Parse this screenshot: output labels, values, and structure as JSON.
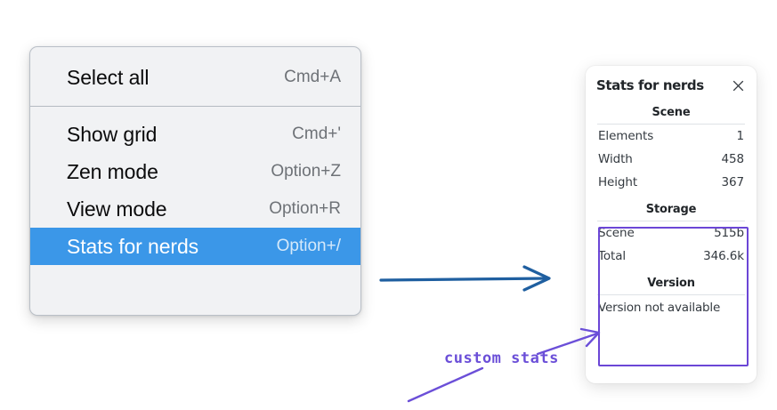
{
  "context_menu": {
    "groups": [
      {
        "items": [
          {
            "label": "Select all",
            "shortcut": "Cmd+A",
            "selected": false
          }
        ]
      },
      {
        "items": [
          {
            "label": "Show grid",
            "shortcut": "Cmd+'",
            "selected": false
          },
          {
            "label": "Zen mode",
            "shortcut": "Option+Z",
            "selected": false
          },
          {
            "label": "View mode",
            "shortcut": "Option+R",
            "selected": false
          },
          {
            "label": "Stats for nerds",
            "shortcut": "Option+/",
            "selected": true
          }
        ]
      }
    ],
    "highlight_color": "#3b97e8"
  },
  "stats_panel": {
    "title": "Stats for nerds",
    "close_icon": "close-icon",
    "sections": [
      {
        "name": "Scene",
        "rows": [
          {
            "key": "Elements",
            "value": "1"
          },
          {
            "key": "Width",
            "value": "458"
          },
          {
            "key": "Height",
            "value": "367"
          }
        ]
      },
      {
        "name": "Storage",
        "rows": [
          {
            "key": "Scene",
            "value": "515b"
          },
          {
            "key": "Total",
            "value": "346.6k"
          }
        ]
      },
      {
        "name": "Version",
        "full_row": "Version not available"
      }
    ]
  },
  "annotations": {
    "label": "custom stats",
    "label_color": "#6b4fd8",
    "highlight_color": "#6b46d6",
    "flow_arrow_color": "#1f5fa0"
  }
}
